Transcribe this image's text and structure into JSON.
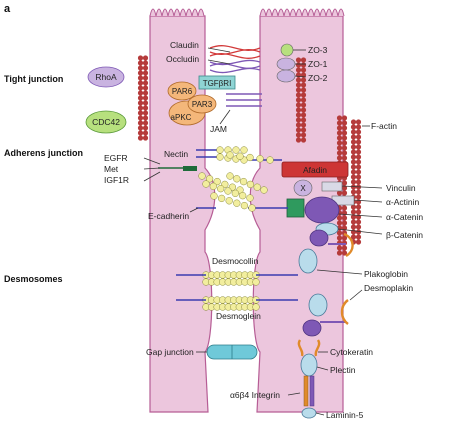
{
  "panel_label": "a",
  "sections": {
    "tight_junction": "Tight  junction",
    "adherens_junction": "Adherens junction",
    "desmosomes": "Desmosomes"
  },
  "labels": {
    "claudin": "Claudin",
    "occludin": "Occludin",
    "zo3": "ZO-3",
    "zo1": "ZO-1",
    "zo2": "ZO-2",
    "rhoa": "RhoA",
    "cdc42": "CDC42",
    "par6": "PAR6",
    "par3": "PAR3",
    "apkc": "aPKC",
    "tgfbri": "TGFβRI",
    "jam": "JAM",
    "f_actin": "F-actin",
    "egfr": "EGFR",
    "met": "Met",
    "igf1r": "IGF1R",
    "nectin": "Nectin",
    "afadin": "Afadin",
    "x": "X",
    "vinculin": "Vinculin",
    "alpha_actinin": "α-Actinin",
    "e_cadherin": "E-cadherin",
    "alpha_catenin": "α-Catenin",
    "beta_catenin": "β-Catenin",
    "desmocollin": "Desmocollin",
    "plakoglobin": "Plakoglobin",
    "desmoplakin": "Desmoplakin",
    "desmoglein": "Desmoglein",
    "gap_junction": "Gap junction",
    "cytokeratin": "Cytokeratin",
    "plectin": "Plectin",
    "integrin": "α6β4 Integrin",
    "laminin5": "Laminin-5"
  },
  "colors": {
    "cell_fill": "#ecc6dd",
    "cell_edge": "#b65d95",
    "actin": "#b53b3b",
    "bead": "#f2ee9e",
    "afadin": "#cd3535",
    "purple": "#7e58b5",
    "lightblue": "#b9dceb",
    "green": "#2f9a5e",
    "orange": "#e08a2a",
    "gap": "#6fc9d9"
  }
}
